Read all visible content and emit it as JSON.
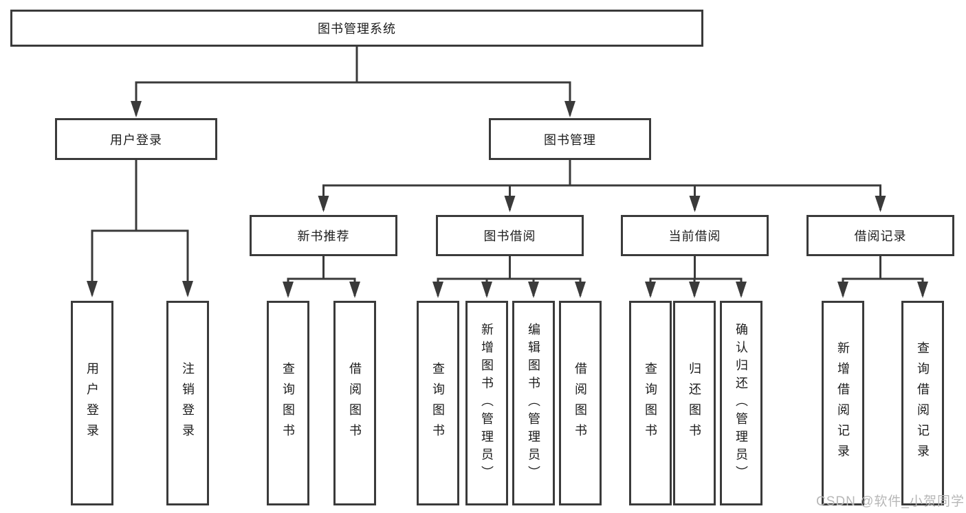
{
  "tree": {
    "root": {
      "label": "图书管理系统"
    },
    "branches": [
      {
        "label": "用户登录",
        "children": [
          {
            "label": "用户登录"
          },
          {
            "label": "注销登录"
          }
        ]
      },
      {
        "label": "图书管理",
        "children": [
          {
            "label": "新书推荐",
            "children": [
              {
                "label": "查询图书"
              },
              {
                "label": "借阅图书"
              }
            ]
          },
          {
            "label": "图书借阅",
            "children": [
              {
                "label": "查询图书"
              },
              {
                "label": "新增图书（管理员）"
              },
              {
                "label": "编辑图书（管理员）"
              },
              {
                "label": "借阅图书"
              }
            ]
          },
          {
            "label": "当前借阅",
            "children": [
              {
                "label": "查询图书"
              },
              {
                "label": "归还图书"
              },
              {
                "label": "确认归还（管理员）"
              }
            ]
          },
          {
            "label": "借阅记录",
            "children": [
              {
                "label": "新增借阅记录"
              },
              {
                "label": "查询借阅记录"
              }
            ]
          }
        ]
      }
    ]
  },
  "watermark": "CSDN @软件_小贺同学",
  "colors": {
    "line": "#3a3a3a",
    "box_border": "#3a3a3a",
    "text": "#1c1c1c",
    "watermark": "#b7b7b7",
    "background": "#ffffff"
  }
}
